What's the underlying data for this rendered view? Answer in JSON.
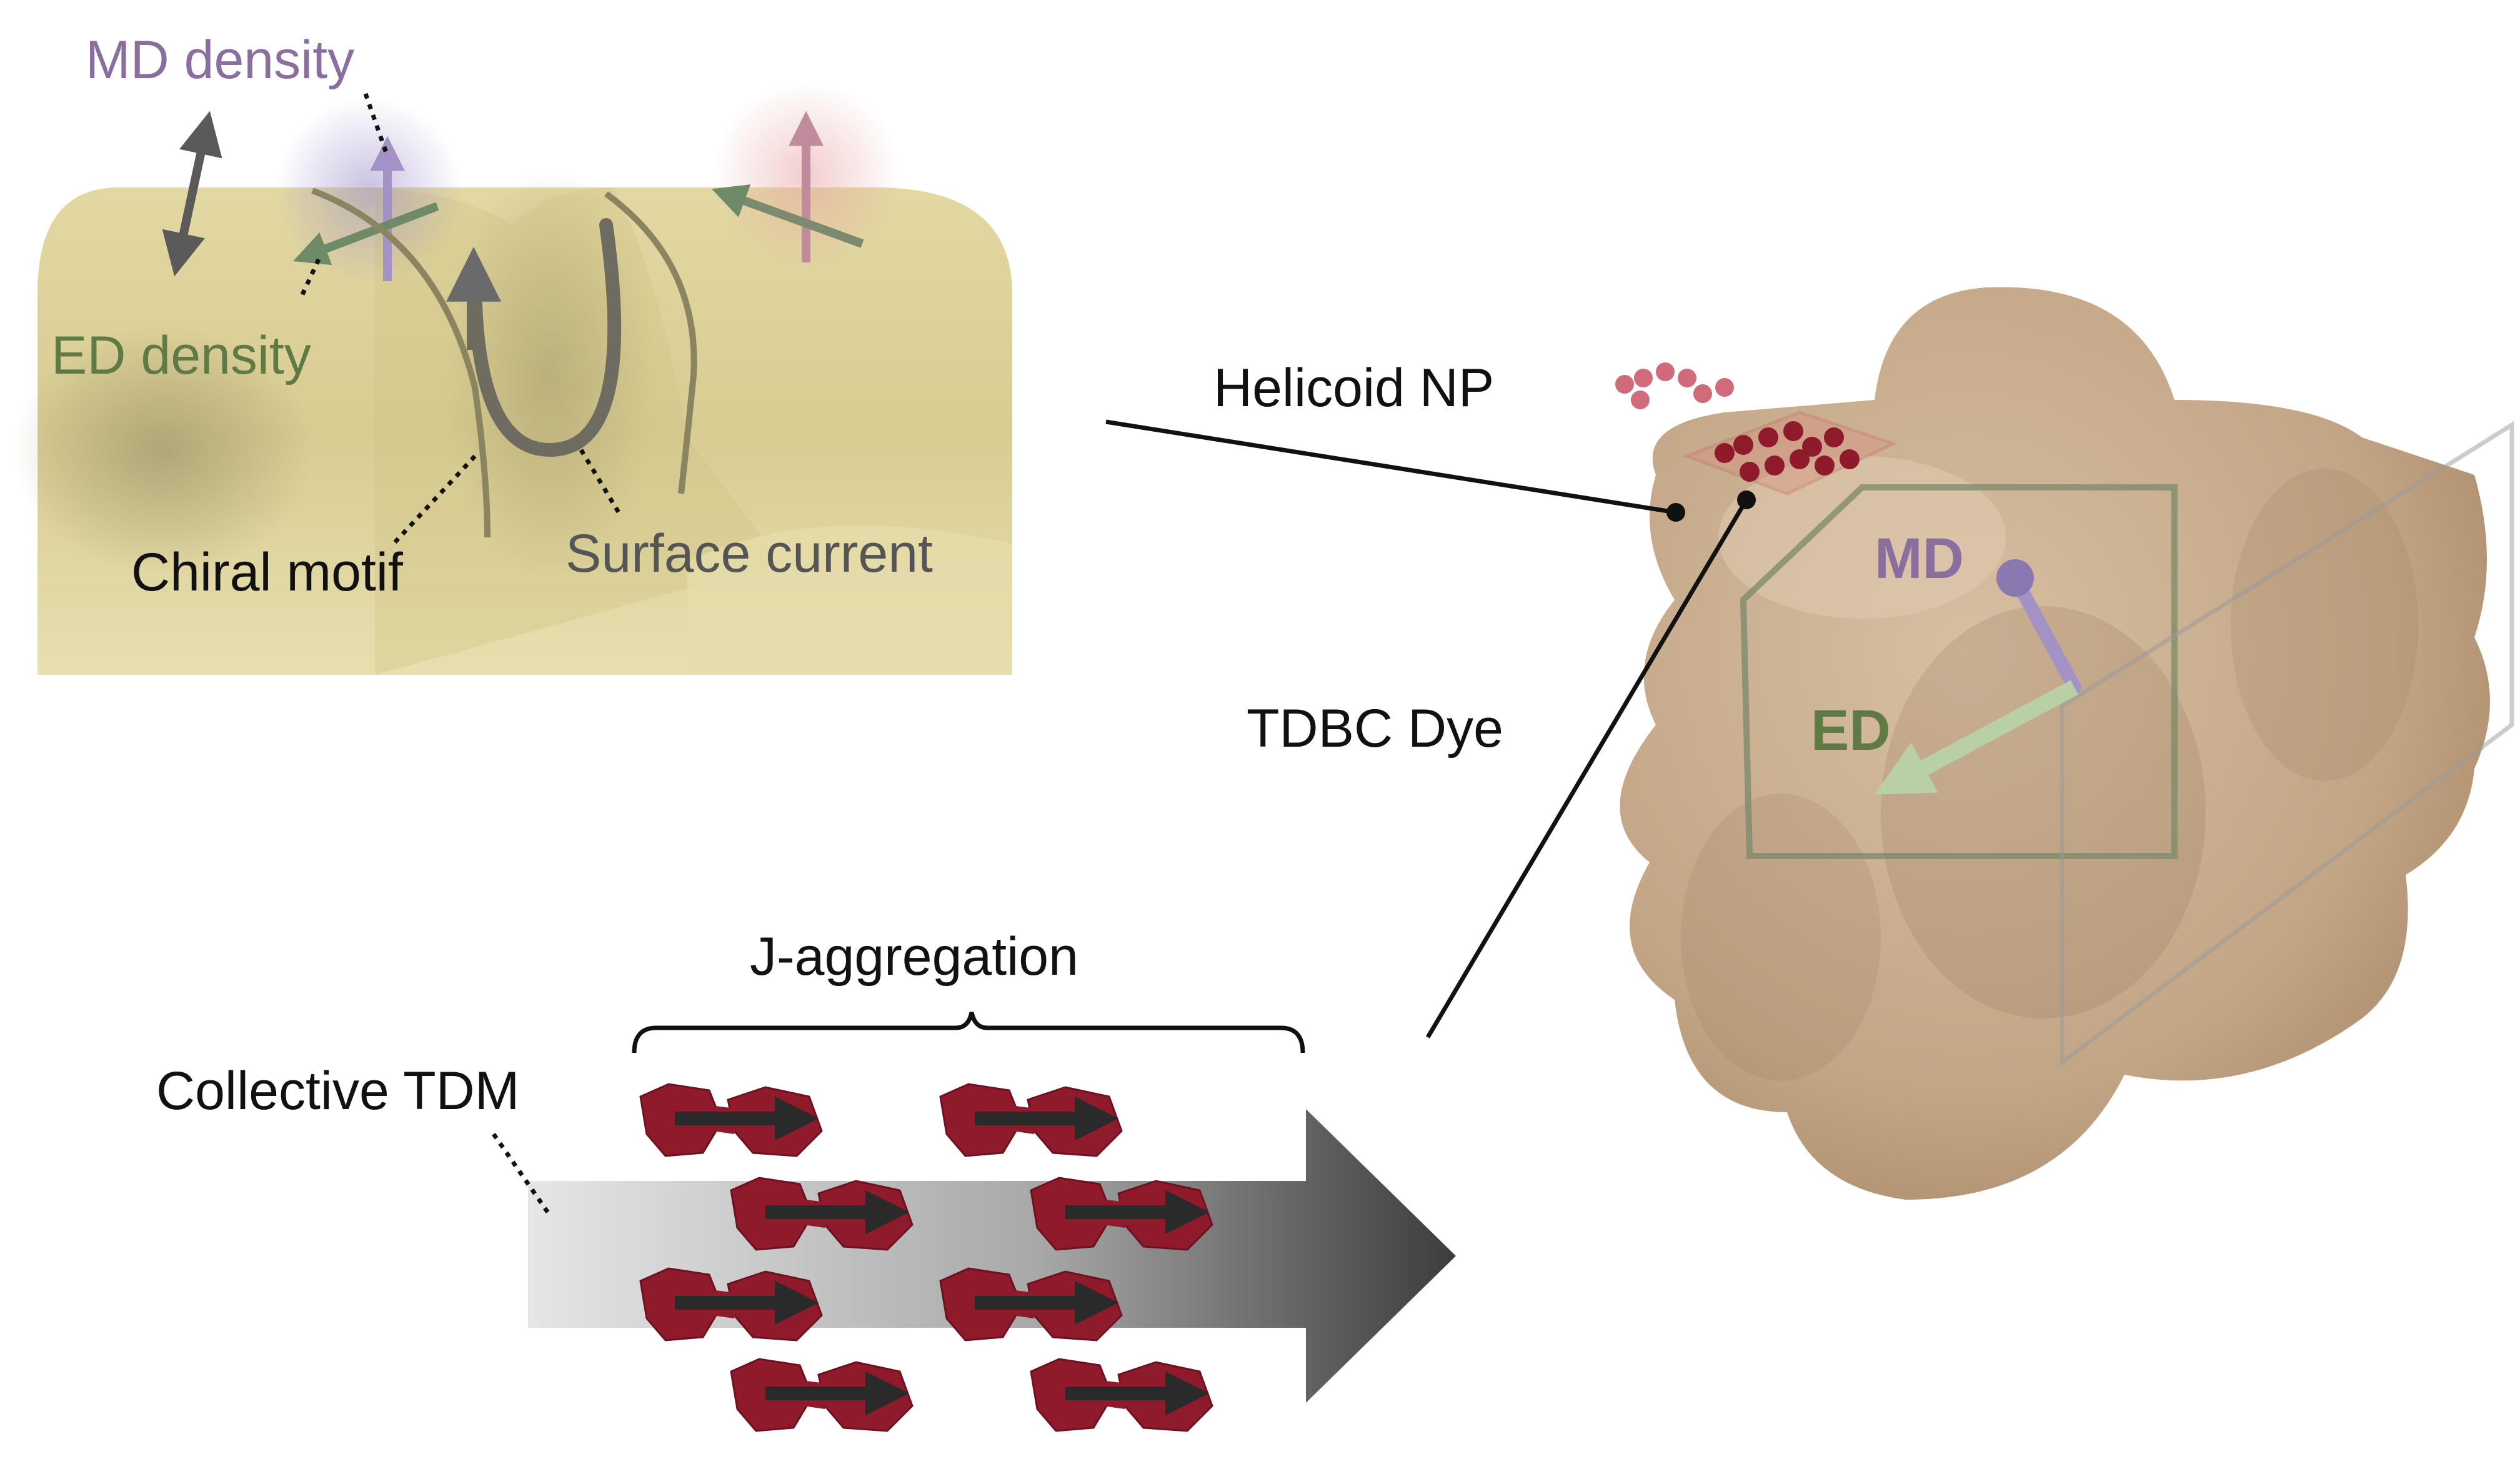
{
  "labels": {
    "md_density": "MD density",
    "ed_density": "ED density",
    "chiral_motif": "Chiral motif",
    "surface_current": "Surface current",
    "helicoid_np": "Helicoid NP",
    "tdbc_dye": "TDBC Dye",
    "md": "MD",
    "ed": "ED",
    "j_aggregation": "J-aggregation",
    "collective_tdm": "Collective TDM"
  },
  "colors": {
    "md": "#8a6f9e",
    "ed": "#5f7a45",
    "text": "#111111",
    "surface_current": "#555555",
    "dye": "#8e1a2b",
    "helicoid": "#c4a98c",
    "surface": "#dcd19a"
  }
}
